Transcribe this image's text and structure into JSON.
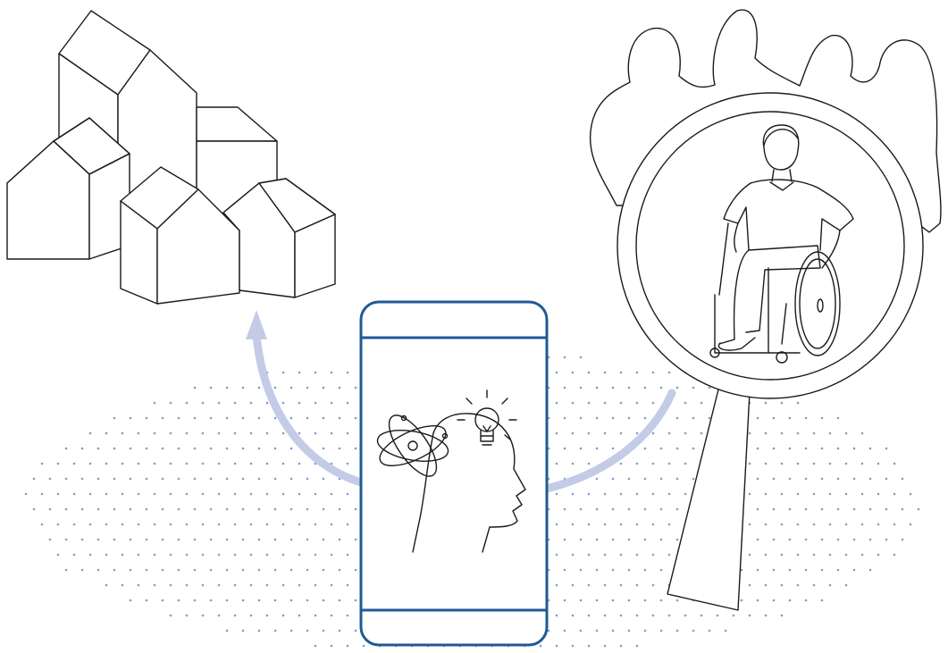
{
  "illustration": {
    "elements": [
      "houses",
      "mobile-phone",
      "head-with-atom-and-lightbulb",
      "magnifying-glass",
      "wheelchair-user",
      "people-silhouettes",
      "curved-arrow",
      "dot-pattern"
    ],
    "colors": {
      "ink": "#1a1a1a",
      "phone_outline": "#1f5a94",
      "arrow": "#c3cbe7",
      "dots": "#7f9cd0",
      "background": "#ffffff"
    }
  }
}
